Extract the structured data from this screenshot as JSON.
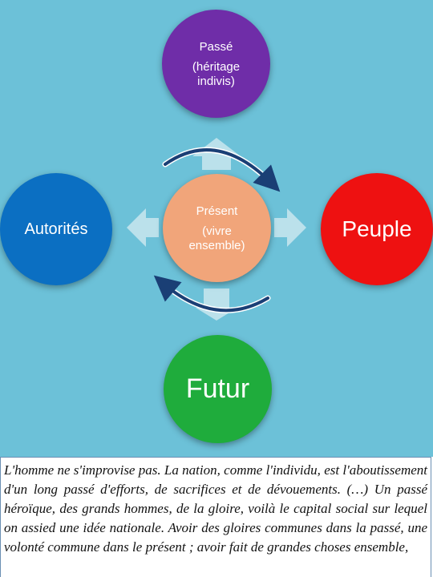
{
  "diagram": {
    "passe": {
      "title": "Passé",
      "subtitle": "(héritage indivis)"
    },
    "present": {
      "title": "Présent",
      "subtitle": "(vivre ensemble)"
    },
    "autorites": {
      "title": "Autorités"
    },
    "peuple": {
      "title": "Peuple"
    },
    "futur": {
      "title": "Futur"
    }
  },
  "quote": {
    "text": "L'homme ne s'improvise pas. La nation, comme l'individu, est l'aboutissement d'un long passé d'efforts, de sacrifices et de dévouements. (…) Un passé héroïque, des grands hommes, de la gloire, voilà le capital social sur lequel on assied une idée nationale. Avoir des gloires communes dans la passé, une volonté commune dans le présent ; avoir fait de grandes choses ensemble,"
  },
  "colors": {
    "background": "#6cc1d8",
    "passe": "#6f2da8",
    "present": "#f1a57a",
    "autorites": "#0b6fc2",
    "peuple": "#ee1111",
    "futur": "#1fac3c",
    "cycle_arrow": "#1a3f75"
  }
}
